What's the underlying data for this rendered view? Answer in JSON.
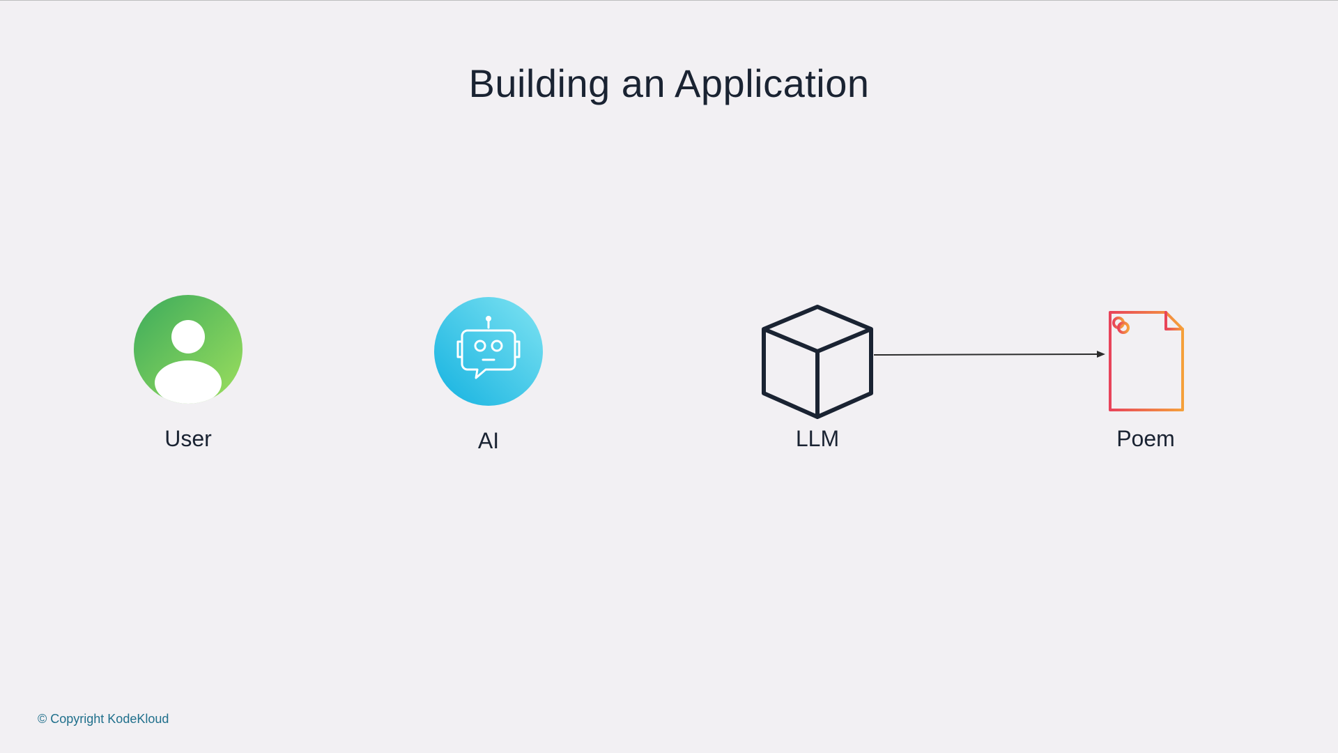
{
  "title": "Building an Application",
  "nodes": {
    "user": {
      "label": "User",
      "icon": "user-avatar-icon",
      "colors": [
        "#3cab5c",
        "#9ddf5d"
      ]
    },
    "ai": {
      "label": "AI",
      "icon": "robot-chat-icon",
      "colors": [
        "#1dbfe6",
        "#7fe3f2"
      ]
    },
    "llm": {
      "label": "LLM",
      "icon": "cube-icon",
      "color": "#1a2332"
    },
    "poem": {
      "label": "Poem",
      "icon": "document-icon",
      "colors": [
        "#e8435a",
        "#f5a03a"
      ]
    }
  },
  "connector": {
    "from": "LLM",
    "to": "Poem"
  },
  "footer": {
    "copyright": "© Copyright KodeKloud"
  }
}
